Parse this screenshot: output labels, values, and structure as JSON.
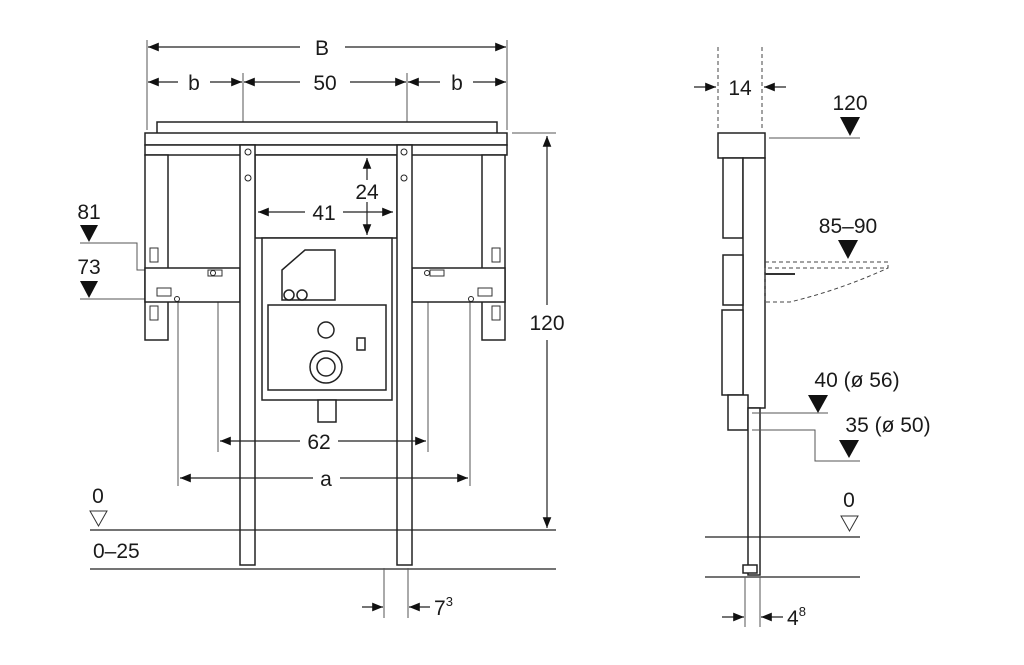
{
  "front_view": {
    "overall_width": "B",
    "side_width_left": "b",
    "center_width": "50",
    "side_width_right": "b",
    "inner_height": "24",
    "inner_width": "41",
    "level_upper": "81",
    "level_lower": "73",
    "total_height": "120",
    "fixing_distance": "62",
    "bracket_distance": "a",
    "floor_level": "0",
    "floor_adjust": "0–25",
    "post_width_main": "7",
    "post_width_sup": "3"
  },
  "side_view": {
    "depth": "14",
    "top_level": "120",
    "basin_level": "85–90",
    "drain_upper": "40 (ø 56)",
    "drain_lower": "35 (ø 50)",
    "floor_level": "0",
    "post_depth_main": "4",
    "post_depth_sup": "8"
  }
}
